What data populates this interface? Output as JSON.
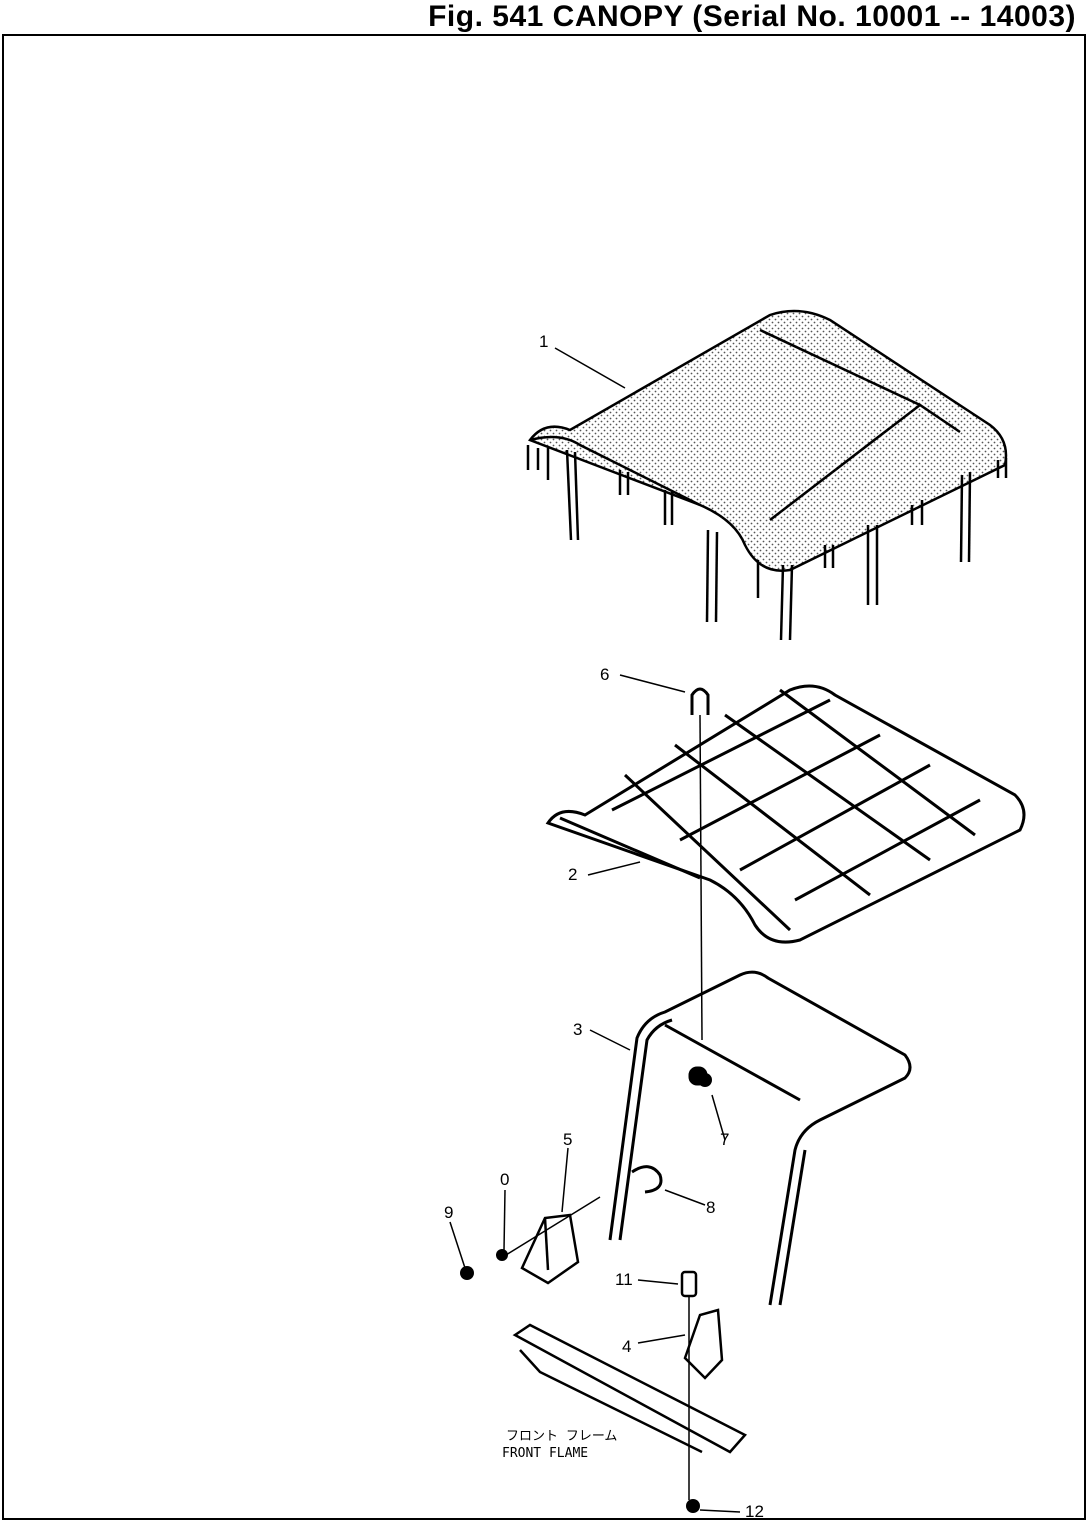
{
  "figure": {
    "title": "Fig. 541 CANOPY (Serial No. 10001 -- 14003)"
  },
  "callouts": [
    {
      "id": "1",
      "text": "1"
    },
    {
      "id": "2",
      "text": "2"
    },
    {
      "id": "3",
      "text": "3"
    },
    {
      "id": "4",
      "text": "4"
    },
    {
      "id": "5",
      "text": "5"
    },
    {
      "id": "6",
      "text": "6"
    },
    {
      "id": "7",
      "text": "7"
    },
    {
      "id": "8",
      "text": "8"
    },
    {
      "id": "9",
      "text": "9"
    },
    {
      "id": "10",
      "text": "0"
    },
    {
      "id": "11",
      "text": "11"
    },
    {
      "id": "12",
      "text": "12"
    }
  ],
  "annotation": {
    "japanese": "フロント フレーム",
    "english": "FRONT FLAME"
  }
}
